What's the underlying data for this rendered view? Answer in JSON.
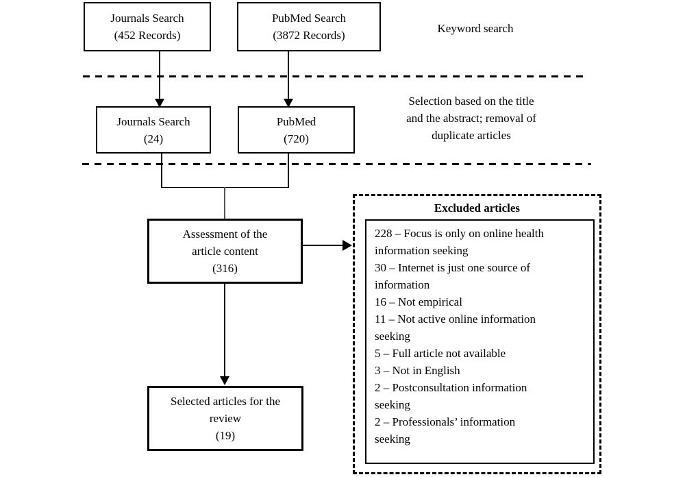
{
  "boxes": {
    "journals_initial": "Journals Search\n(452 Records)",
    "pubmed_initial": "PubMed Search\n(3872 Records)",
    "journals_selected": "Journals Search\n(24)",
    "pubmed_selected": "PubMed\n(720)",
    "assessment": "Assessment of the\narticle content\n(316)",
    "selected_review": "Selected articles for the\nreview\n(19)"
  },
  "stage_labels": {
    "keyword_search": "Keyword search",
    "selection": "Selection based on the title\nand the abstract; removal of\nduplicate articles"
  },
  "excluded": {
    "title": "Excluded articles",
    "items": [
      "228 – Focus is only on online health\ninformation seeking",
      "30 – Internet is just one source of\ninformation",
      "16 – Not empirical",
      "11 – Not active online information\nseeking",
      "5 – Full article not available",
      "3 – Not in English",
      "2 – Postconsultation information\nseeking",
      "2 – Professionals’ information\nseeking"
    ]
  },
  "colors": {
    "line": "#000000",
    "background": "#ffffff"
  }
}
